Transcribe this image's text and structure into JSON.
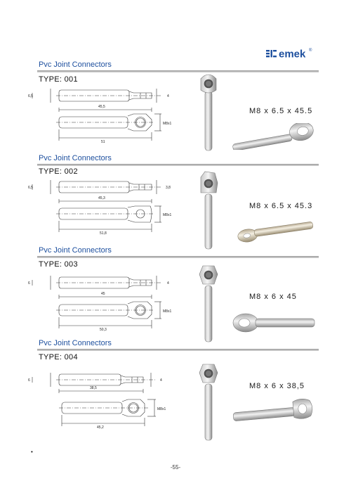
{
  "brand": {
    "name": "emek",
    "registered": "®",
    "color": "#1d4f9e"
  },
  "sections": [
    {
      "title": "Pvc Joint Connectors",
      "type": "TYPE: 001",
      "dims": {
        "left_top": "6,5",
        "right_top": "4",
        "length_top": "45,5",
        "thread": "M8x1",
        "length_bottom": "51"
      },
      "spec": "M8 x 6.5 x 45.5"
    },
    {
      "title": "Pvc Joint Connectors",
      "type": "TYPE: 002",
      "dims": {
        "left_top": "6,5",
        "right_top": "3,8",
        "length_top": "45,3",
        "thread": "M8x1",
        "length_bottom": "51,8"
      },
      "spec": "M8 x 6.5 x 45.3"
    },
    {
      "title": "Pvc Joint Connectors",
      "type": "TYPE: 003",
      "dims": {
        "left_top": "6",
        "right_top": "4",
        "length_top": "45",
        "thread": "M8x1",
        "length_bottom": "50,3"
      },
      "spec": "M8 x 6 x 45"
    },
    {
      "title": "Pvc Joint Connectors",
      "type": "TYPE: 004",
      "dims": {
        "left_top": "6",
        "right_top": "4",
        "length_top": "38,5",
        "thread": "M8x1",
        "length_bottom": "45,2"
      },
      "spec": "M8 x 6 x 38,5"
    }
  ],
  "footer": {
    "bullet": "•",
    "page_number": "-55-"
  }
}
